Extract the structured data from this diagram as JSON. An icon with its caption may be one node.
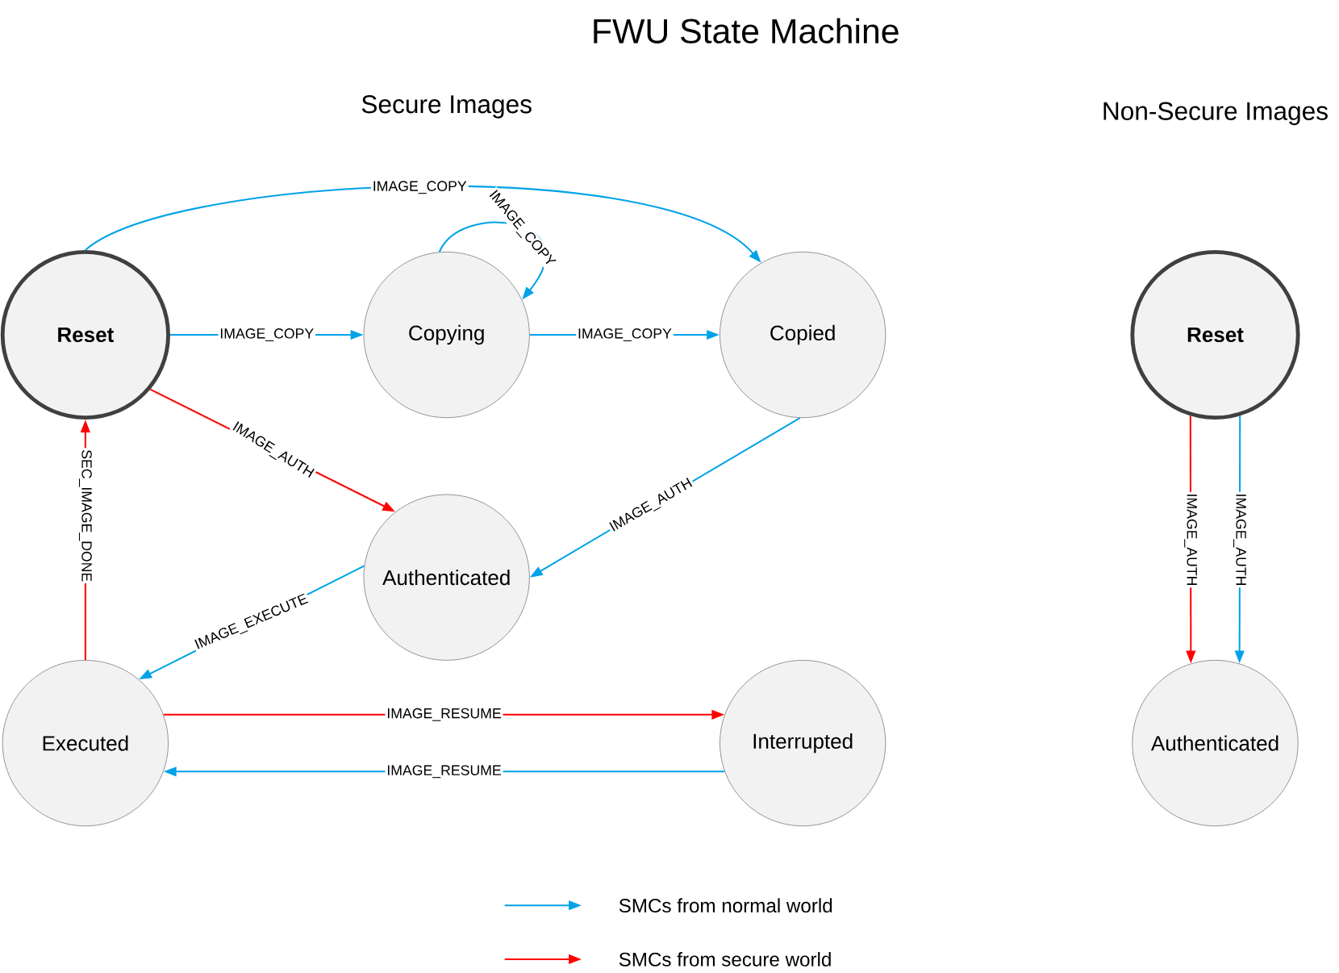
{
  "diagram": {
    "title": "FWU State Machine",
    "nodes": [
      {
        "text": [
          "Reset"
        ]
      },
      {
        "text": [
          "Copying"
        ]
      },
      {
        "text": [
          "Copied"
        ]
      },
      {
        "text": [
          "Authenticated"
        ]
      },
      {
        "text": [
          "Executed"
        ]
      },
      {
        "text": [
          "Interrupted"
        ]
      },
      {
        "text": [
          "Reset"
        ]
      },
      {
        "text": [
          "Authenticated"
        ]
      }
    ],
    "edges": [
      {
        "from": 0,
        "to": 2,
        "arrow": "to",
        "label": "IMAGE_COPY"
      },
      {
        "from": 0,
        "to": 1,
        "arrow": "to",
        "label": "IMAGE_COPY"
      },
      {
        "from": 1,
        "to": 1,
        "arrow": "to",
        "label": "IMAGE_COPY"
      },
      {
        "from": 1,
        "to": 2,
        "arrow": "to",
        "label": "IMAGE_COPY"
      },
      {
        "from": 0,
        "to": 3,
        "arrow": "to",
        "label": "IMAGE_AUTH",
        "color": "#ff0000"
      },
      {
        "from": 2,
        "to": 3,
        "arrow": "to",
        "label": "IMAGE_AUTH"
      },
      {
        "from": 3,
        "to": 4,
        "arrow": "to",
        "label": "IMAGE_EXECUTE"
      },
      {
        "from": 4,
        "to": 0,
        "arrow": "to",
        "label": "SEC_IMAGE_DONE",
        "color": "#ff0000"
      },
      {
        "from": 4,
        "to": 5,
        "arrow": "to",
        "label": "IMAGE_RESUME",
        "color": "#ff0000"
      },
      {
        "from": 5,
        "to": 4,
        "arrow": "to",
        "label": "IMAGE_RESUME"
      },
      {
        "from": 6,
        "to": 7,
        "arrow": "to",
        "label": "IMAGE_AUTH",
        "color": "#ff0000"
      },
      {
        "from": 6,
        "to": 7,
        "arrow": "to",
        "label": "IMAGE_AUTH"
      }
    ],
    "labels": [
      "Secure Images",
      "Non-Secure Images"
    ],
    "legend": [
      {
        "text": "SMCs from normal world",
        "color": "#00a2e8"
      },
      {
        "text": "SMCs from secure world",
        "color": "#ff0000"
      }
    ]
  }
}
